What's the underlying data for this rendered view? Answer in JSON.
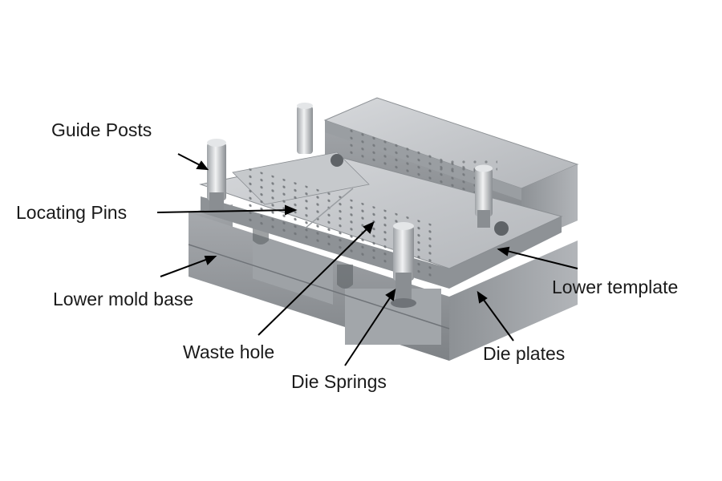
{
  "labels": {
    "guide_posts": "Guide Posts",
    "locating_pins": "Locating Pins",
    "lower_mold_base": "Lower mold base",
    "waste_hole": "Waste hole",
    "die_springs": "Die Springs",
    "die_plates": "Die plates",
    "lower_template": "Lower template"
  },
  "colors": {
    "steel_light": "#c9ccd0",
    "steel_mid": "#a4a8ad",
    "steel_dark": "#6f7378",
    "text": "#1a1a1a"
  }
}
